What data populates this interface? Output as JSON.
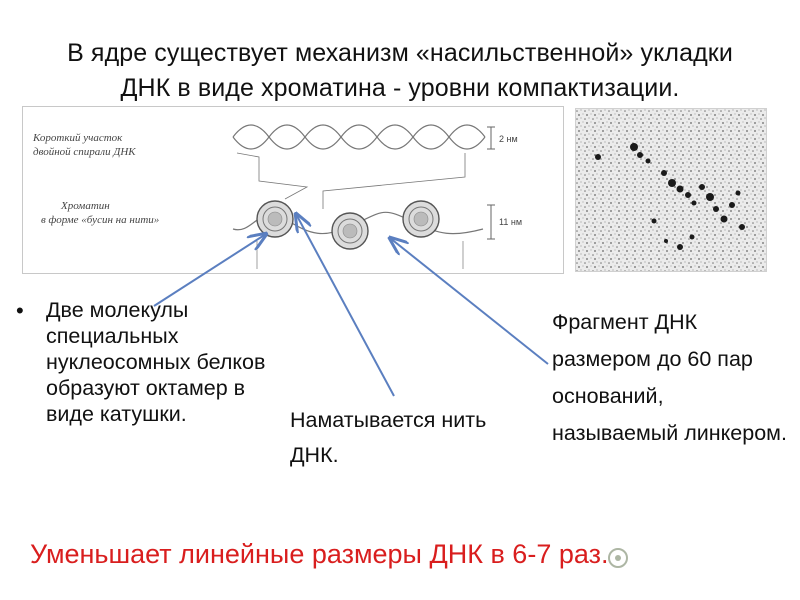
{
  "title": {
    "line1": "В ядре существует механизм «насильственной» укладки",
    "line2": "ДНК в виде хроматина - уровни компактизации."
  },
  "diagram": {
    "label_short_line1": "Короткий участок",
    "label_short_line2": "двойной спирали ДНК",
    "size_2nm": "2 нм",
    "label_chromatin_line1": "Хроматин",
    "label_chromatin_line2": "в форме «бусин на нити»",
    "size_11nm": "11 нм"
  },
  "bullet": {
    "symbol": "•",
    "text": "Две молекулы специальных нуклеосомных белков образуют октамер в виде катушки."
  },
  "middle_text": "Наматывается нить ДНК.",
  "right_text": "Фрагмент ДНК размером до 60 пар оснований, называемый линкером.",
  "bottom_text": "Уменьшает линейные размеры ДНК в 6-7 раз.",
  "colors": {
    "accent_red": "#d91e1e",
    "arrow_blue": "#5b7fc0",
    "text": "#111111"
  }
}
